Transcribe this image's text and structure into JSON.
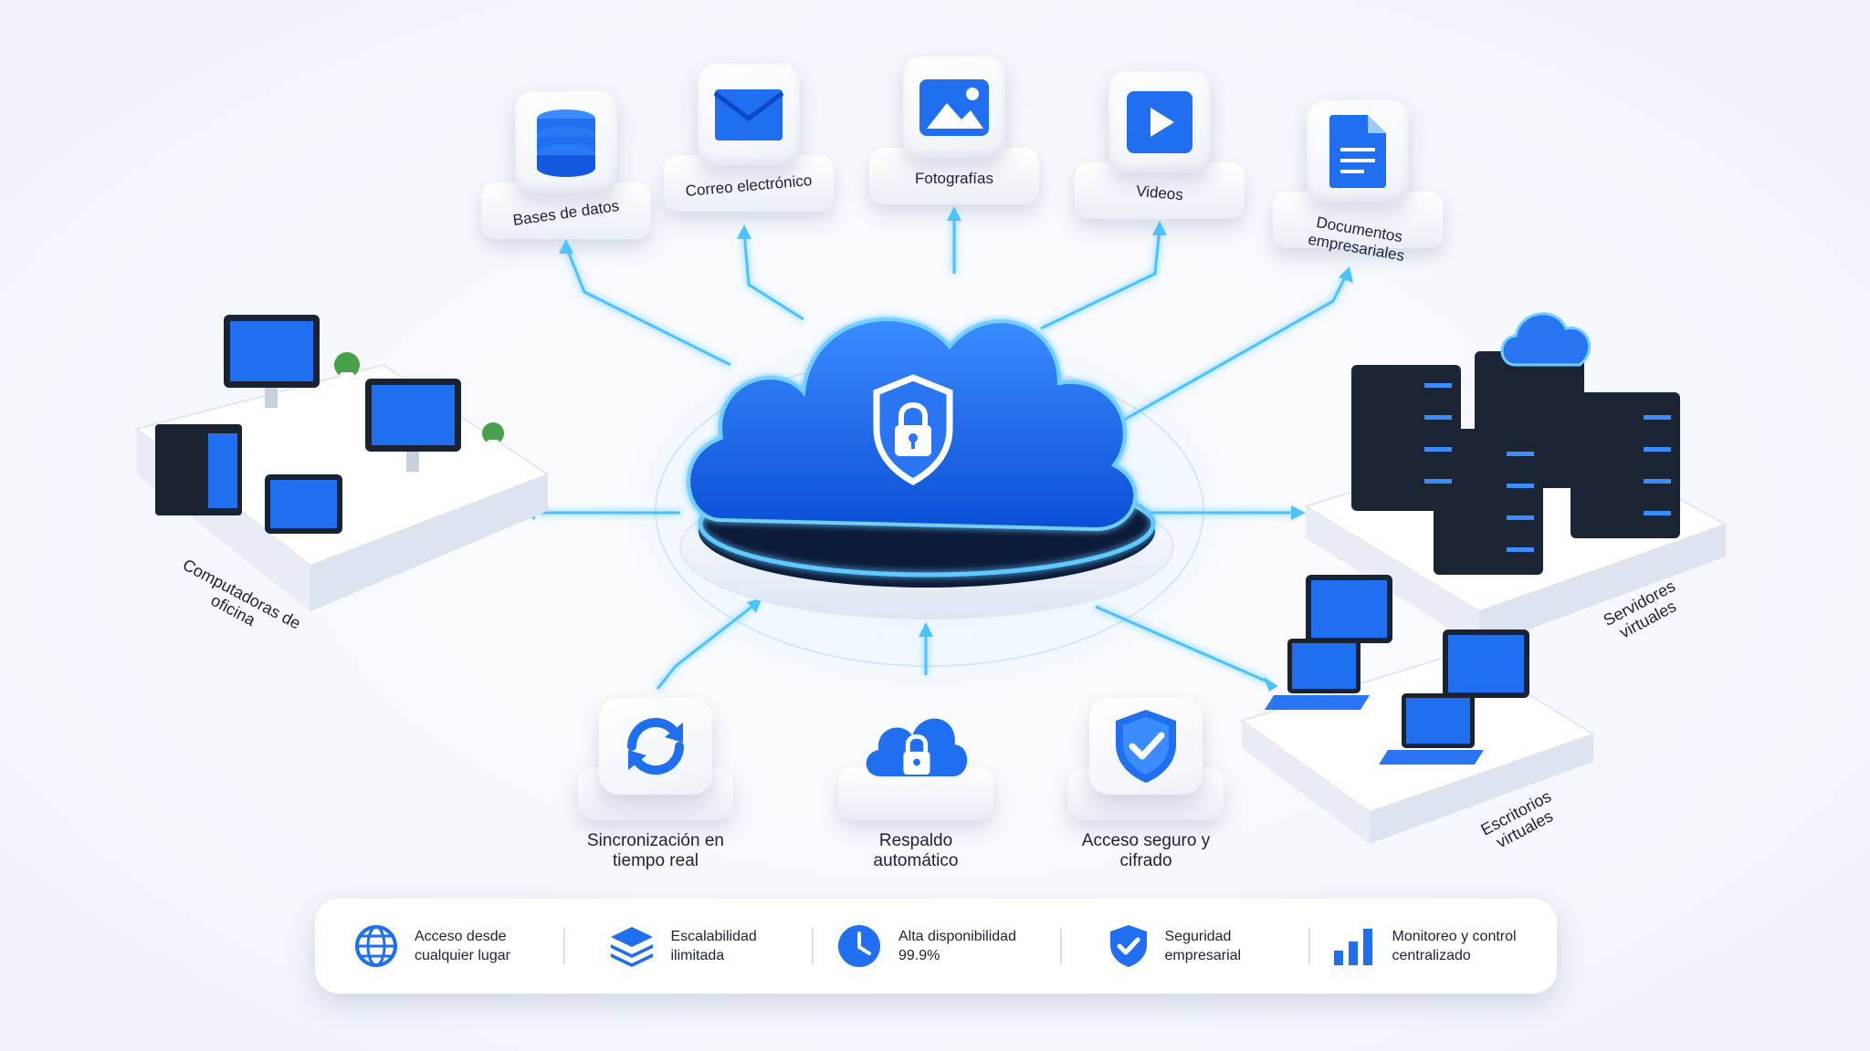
{
  "colors": {
    "accent": "#1f6ff0",
    "accent_dark": "#0c48c9",
    "glow": "#4cc2ff",
    "text": "#1c2333"
  },
  "top_tiles": [
    {
      "label": "Bases de datos",
      "icon": "database-icon"
    },
    {
      "label": "Correo electrónico",
      "icon": "mail-icon"
    },
    {
      "label": "Fotografías",
      "icon": "image-icon"
    },
    {
      "label": "Videos",
      "icon": "play-icon"
    },
    {
      "label": "Documentos empresariales",
      "icon": "document-icon"
    }
  ],
  "bottom_tiles": [
    {
      "label": "Sincronización en tiempo real",
      "icon": "sync-icon"
    },
    {
      "label": "Respaldo automático",
      "icon": "cloud-lock-icon"
    },
    {
      "label": "Acceso seguro y cifrado",
      "icon": "shield-check-icon"
    }
  ],
  "side_nodes": {
    "office": "Computadoras de oficina",
    "servers": "Servidores virtuales",
    "desktops": "Escritorios virtuales"
  },
  "features": [
    {
      "label": "Acceso desde cualquier lugar",
      "icon": "globe-icon"
    },
    {
      "label": "Escalabilidad ilimitada",
      "icon": "layers-icon"
    },
    {
      "label": "Alta disponibilidad 99.9%",
      "icon": "clock-icon"
    },
    {
      "label": "Seguridad empresarial",
      "icon": "shield-check-icon"
    },
    {
      "label": "Monitoreo y control centralizado",
      "icon": "bar-chart-icon"
    }
  ]
}
